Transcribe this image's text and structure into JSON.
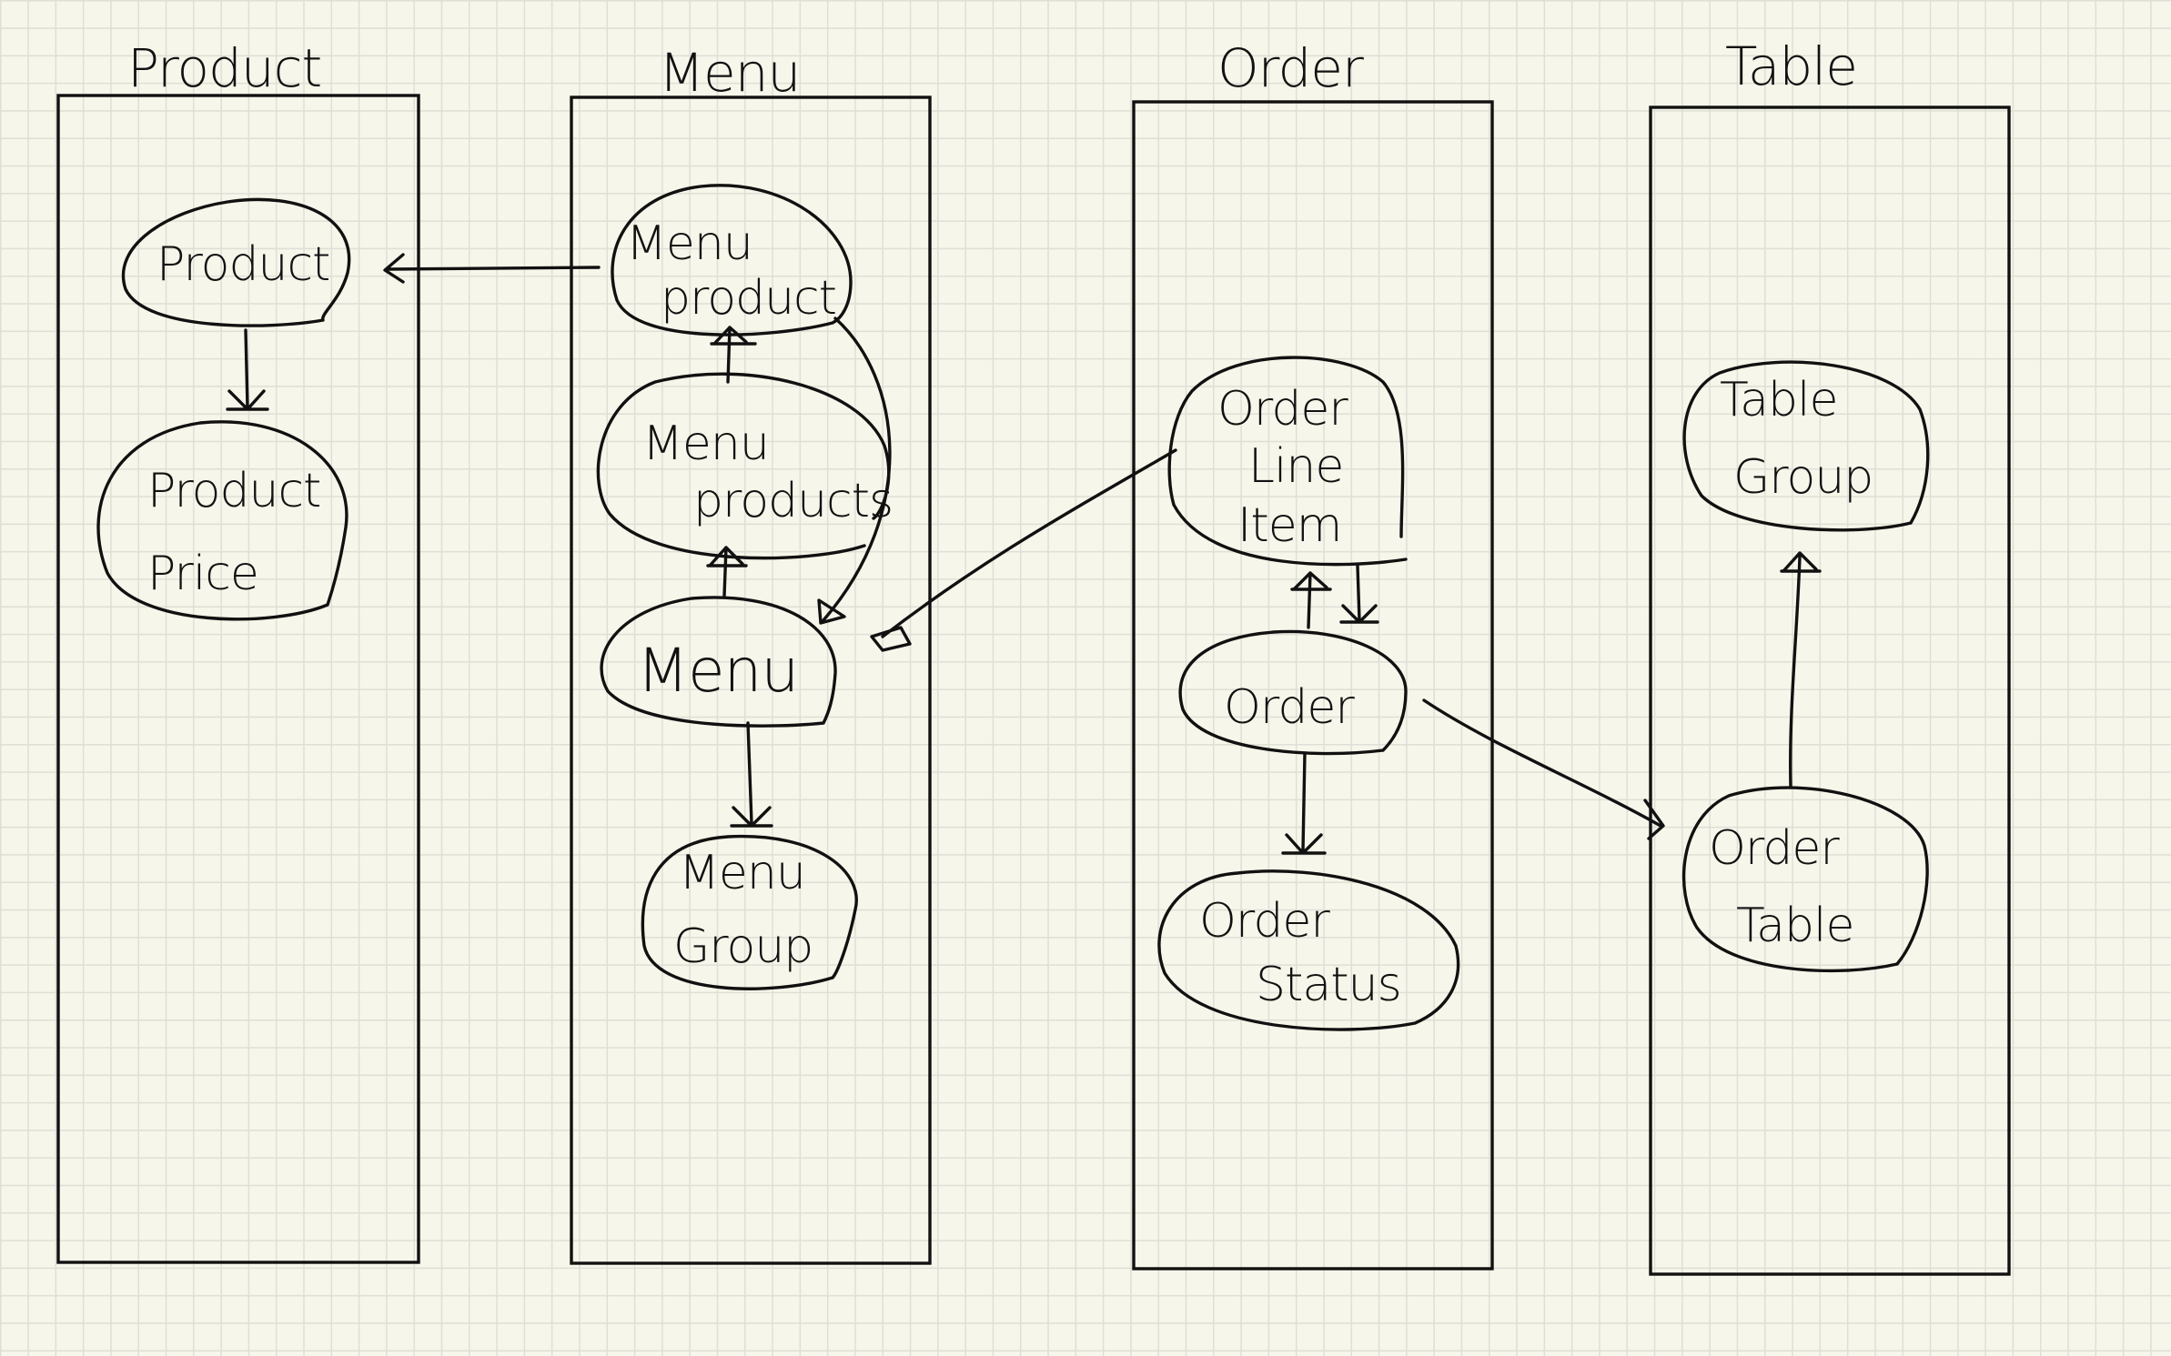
{
  "diagram": {
    "contexts": {
      "product": "Product",
      "menu": "Menu",
      "order": "Order",
      "table": "Table"
    },
    "nodes": {
      "product": [
        "Product"
      ],
      "product_price": [
        "Product",
        "Price"
      ],
      "menu_product": [
        "Menu",
        "product"
      ],
      "menu_products": [
        "Menu",
        "products"
      ],
      "menu": [
        "Menu"
      ],
      "menu_group": [
        "Menu",
        "Group"
      ],
      "order_line_item": [
        "Order",
        "Line",
        "Item"
      ],
      "order": [
        "Order"
      ],
      "order_status": [
        "Order",
        "Status"
      ],
      "table_group": [
        "Table",
        "Group"
      ],
      "order_table": [
        "Order",
        "Table"
      ]
    },
    "edges": [
      {
        "from": "Menu product",
        "to": "Product"
      },
      {
        "from": "Product",
        "to": "Product Price"
      },
      {
        "from": "Menu products",
        "to": "Menu product"
      },
      {
        "from": "Menu product",
        "to": "Menu"
      },
      {
        "from": "Menu",
        "to": "Menu products"
      },
      {
        "from": "Menu",
        "to": "Menu Group"
      },
      {
        "from": "Order Line Item",
        "to": "Menu"
      },
      {
        "from": "Order",
        "to": "Order Line Item"
      },
      {
        "from": "Order Line Item",
        "to": "Order"
      },
      {
        "from": "Order",
        "to": "Order Status"
      },
      {
        "from": "Order",
        "to": "Order Table"
      },
      {
        "from": "Order Table",
        "to": "Table Group"
      }
    ]
  }
}
